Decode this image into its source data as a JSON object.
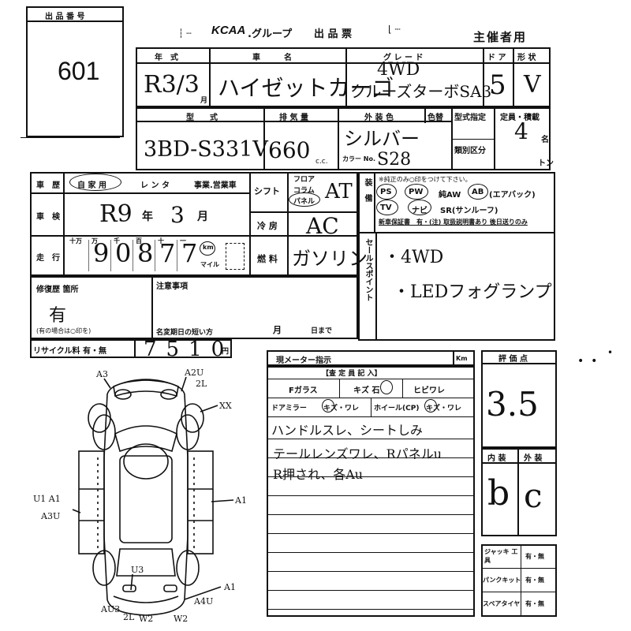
{
  "lot": {
    "label": "出 品 番 号",
    "number": "601"
  },
  "header": {
    "logo": "KCAA",
    "group": ".グループ",
    "title": "出 品 票",
    "organizer": "主催者用"
  },
  "row1": {
    "year_label": "年　式",
    "name_label": "車　　　名",
    "grade_label": "グ レ ー ド",
    "door_label": "ド ア",
    "shape_label": "形 状",
    "year": "R3/3",
    "year_month_unit": "月",
    "name": "ハイゼットカーゴ",
    "grade_line1": "4WD",
    "grade_line2": "クルーズターボSA3",
    "door": "5",
    "shape": "V"
  },
  "row2": {
    "model_label": "型　　式",
    "displacement_label": "排 気 量",
    "color_label": "外 装 色",
    "color_sep_label": "色替",
    "model": "3BD-S331V",
    "displacement": "660",
    "cc_unit": "c.c.",
    "color": "シルバー",
    "color_no_label": "カラー No.",
    "color_no": "S28",
    "type_label": "型式指定",
    "category_label": "類別区分",
    "capacity_label": "定員・積載",
    "capacity": "4",
    "capacity_unit": "名",
    "load_unit": "トン"
  },
  "history": {
    "label": "車　歴",
    "own": "自 家 用",
    "rental": "レ ン タ",
    "business": "事業.営業車"
  },
  "shift": {
    "label": "シフト",
    "floor": "フロア",
    "column": "コラム",
    "panel": "パネル",
    "value": "AT"
  },
  "inspection": {
    "label": "車　検",
    "value": "R9",
    "year_unit": "年",
    "month": "3",
    "month_unit": "月"
  },
  "ac": {
    "label": "冷 房",
    "value": "AC"
  },
  "mileage": {
    "label": "走　行",
    "units": [
      "十万",
      "万",
      "千",
      "百",
      "十",
      "一"
    ],
    "digits": [
      "9",
      "0",
      "8",
      "7",
      "7"
    ],
    "km": "km",
    "mile": "マイル"
  },
  "fuel": {
    "label": "燃 料",
    "value": "ガソリン"
  },
  "equipment": {
    "label": "装　備",
    "note": "※純正のみ○印をつけて下さい。",
    "line1": [
      "PS",
      "PW",
      "純AW",
      "AB",
      "(エアバック)"
    ],
    "line2": [
      "TV",
      "ナビ",
      "SR(サンルーフ)"
    ],
    "line3": "新車保証書　有・(注) 取扱説明書あり 後日送りのみ"
  },
  "sales_point": {
    "label": "セールスポイント",
    "items": [
      "・4WD",
      "・LEDフォグランプ"
    ]
  },
  "repair": {
    "label": "修復歴 箇所",
    "value": "有",
    "note": "(有の場合は○印を)"
  },
  "notice": {
    "label": "注意事項",
    "deadline": "名変期日の短い方",
    "month": "月",
    "day": "日まで"
  },
  "recycle": {
    "label": "リサイクル料 有・無",
    "value": "7510",
    "unit": "円"
  },
  "meter": {
    "label": "現メーター指示",
    "unit": "Km"
  },
  "inspector": {
    "title": "【査 定 員 記 入】",
    "fglass": "Fガラス",
    "stone": "キズ 石",
    "crack": "ヒビワレ",
    "mirror": "ドアミラー",
    "mirror_opt": "キズ・ワレ",
    "wheel": "ホイール(CP)",
    "wheel_opt": "キズ・ワレ",
    "notes": [
      "ハンドルスレ、シートしみ",
      "テールレンズワレ、Rパネルu",
      "R押され、各Au"
    ]
  },
  "score": {
    "label": "評 価 点",
    "value": "3.5",
    "interior_label": "内 装",
    "exterior_label": "外 装",
    "interior": "b",
    "exterior": "c"
  },
  "tools": {
    "jack": "ジャッキ 工　具",
    "jack_opt": "有・無",
    "puncture": "パンクキット",
    "puncture_opt": "有・無",
    "spare": "スペアタイヤ",
    "spare_opt": "有・無"
  },
  "diagram_marks": [
    "A3",
    "A2U",
    "2L",
    "XX",
    "U1 A1",
    "A3U",
    "A1",
    "U3",
    "A1",
    "A4U",
    "AU3",
    "2L",
    "W2",
    "W2"
  ]
}
